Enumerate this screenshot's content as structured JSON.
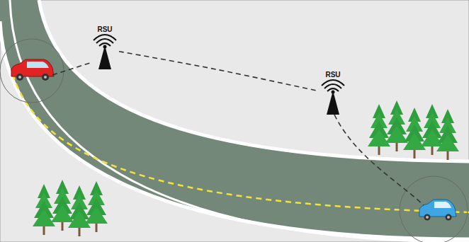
{
  "diagram": {
    "nodes": [
      {
        "text": [
          "RSU"
        ]
      },
      {
        "text": [
          "RSU"
        ]
      }
    ],
    "edges": [
      {
        "from": 0,
        "to": 1,
        "arrow": "none"
      }
    ]
  }
}
